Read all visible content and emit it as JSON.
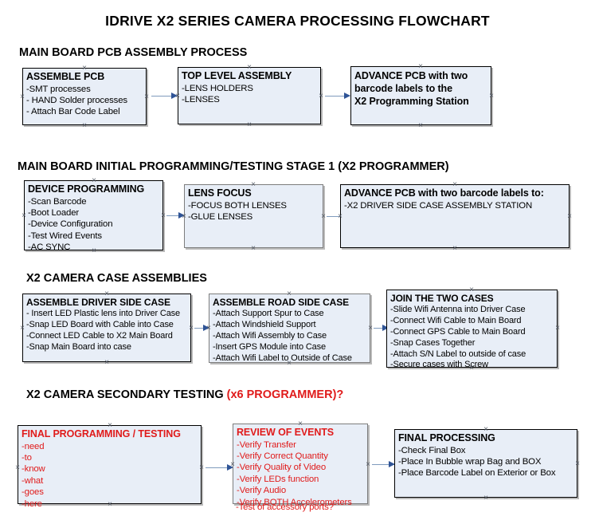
{
  "diagram": {
    "title": "IDRIVE X2  SERIES CAMERA PROCESSING FLOWCHART",
    "colors": {
      "box_fill": "#e8eef7",
      "box_border": "#000000",
      "arrow": "#7f9bbd",
      "arrow_head": "#2f5496",
      "accent_red": "#e01b1b",
      "text": "#000000",
      "background": "#ffffff"
    },
    "sections": [
      {
        "id": "main-board-pcb-assembly",
        "heading": "MAIN BOARD PCB ASSEMBLY PROCESS",
        "heading_accent": "",
        "boxes": [
          {
            "id": "assemble-pcb",
            "title": "ASSEMBLE PCB",
            "lines": [
              "-SMT processes",
              "- HAND Solder processes",
              "- Attach Bar Code Label"
            ]
          },
          {
            "id": "top-level-assembly",
            "title": "TOP LEVEL ASSEMBLY",
            "lines": [
              "-LENS HOLDERS",
              "-LENSES"
            ]
          },
          {
            "id": "advance-pcb-programming-station",
            "title": "ADVANCE PCB with two",
            "lines": [
              "barcode labels to the",
              " X2 Programming Station"
            ]
          }
        ]
      },
      {
        "id": "main-board-initial-programming",
        "heading": "MAIN BOARD INITIAL PROGRAMMING/TESTING STAGE 1 (X2 PROGRAMMER)",
        "heading_accent": "",
        "boxes": [
          {
            "id": "device-programming",
            "title": "DEVICE PROGRAMMING",
            "lines": [
              "-Scan Barcode",
              "-Boot Loader",
              "-Device Configuration",
              "-Test Wired Events",
              "-AC SYNC"
            ]
          },
          {
            "id": "lens-focus",
            "title": "LENS FOCUS",
            "lines": [
              "-FOCUS BOTH LENSES",
              "-GLUE LENSES"
            ]
          },
          {
            "id": "advance-pcb-driver-side-case",
            "title": "ADVANCE PCB with two barcode labels to:",
            "lines": [
              "-X2 DRIVER  SIDE  CASE  ASSEMBLY STATION"
            ]
          }
        ]
      },
      {
        "id": "x2-camera-case-assemblies",
        "heading": "X2 CAMERA CASE ASSEMBLIES",
        "heading_accent": "",
        "boxes": [
          {
            "id": "assemble-driver-side-case",
            "title": "ASSEMBLE DRIVER SIDE CASE",
            "lines": [
              "- Insert LED Plastic lens into Driver Case",
              "-Snap LED Board with Cable into Case",
              "-Connect LED Cable to X2 Main Board",
              "-Snap Main Board into case"
            ]
          },
          {
            "id": "assemble-road-side-case",
            "title": "ASSEMBLE ROAD SIDE CASE",
            "lines": [
              "-Attach Support Spur to Case",
              "-Attach Windshield Support",
              "-Attach Wifi Assembly to Case",
              "-Insert GPS Module into Case",
              "-Attach Wifi Label to Outside of Case"
            ]
          },
          {
            "id": "join-the-two-cases",
            "title": "JOIN THE TWO CASES",
            "lines": [
              "-Slide Wifi Antenna into Driver Case",
              "-Connect Wifi Cable to Main Board",
              "-Connect GPS Cable to Main Board",
              "-Snap Cases Together",
              "-Attach S/N Label to outside of case",
              "-Secure cases with Screw"
            ]
          }
        ]
      },
      {
        "id": "x2-camera-secondary-testing",
        "heading": "X2 CAMERA SECONDARY TESTING ",
        "heading_accent": "(x6 PROGRAMMER)?",
        "boxes": [
          {
            "id": "final-programming-testing",
            "title": "FINAL PROGRAMMING / TESTING",
            "lines": [
              "-need",
              "-to",
              "-know",
              "-what",
              "-goes",
              "-here"
            ]
          },
          {
            "id": "review-of-events",
            "title": "REVIEW OF EVENTS",
            "lines": [
              "-Verify Transfer",
              "-Verify Correct Quantity",
              "-Verify Quality of Video",
              "-Verify LEDs function",
              "-Verify Audio",
              "-Verify BOTH Accelerometers"
            ],
            "overflow_line": "-Test of accessory ports?"
          },
          {
            "id": "final-processing",
            "title": "FINAL PROCESSING",
            "lines": [
              " -Check Final Box",
              "-Place In Bubble wrap Bag and BOX",
              "-Place Barcode Label on Exterior or Box"
            ]
          }
        ]
      }
    ]
  }
}
